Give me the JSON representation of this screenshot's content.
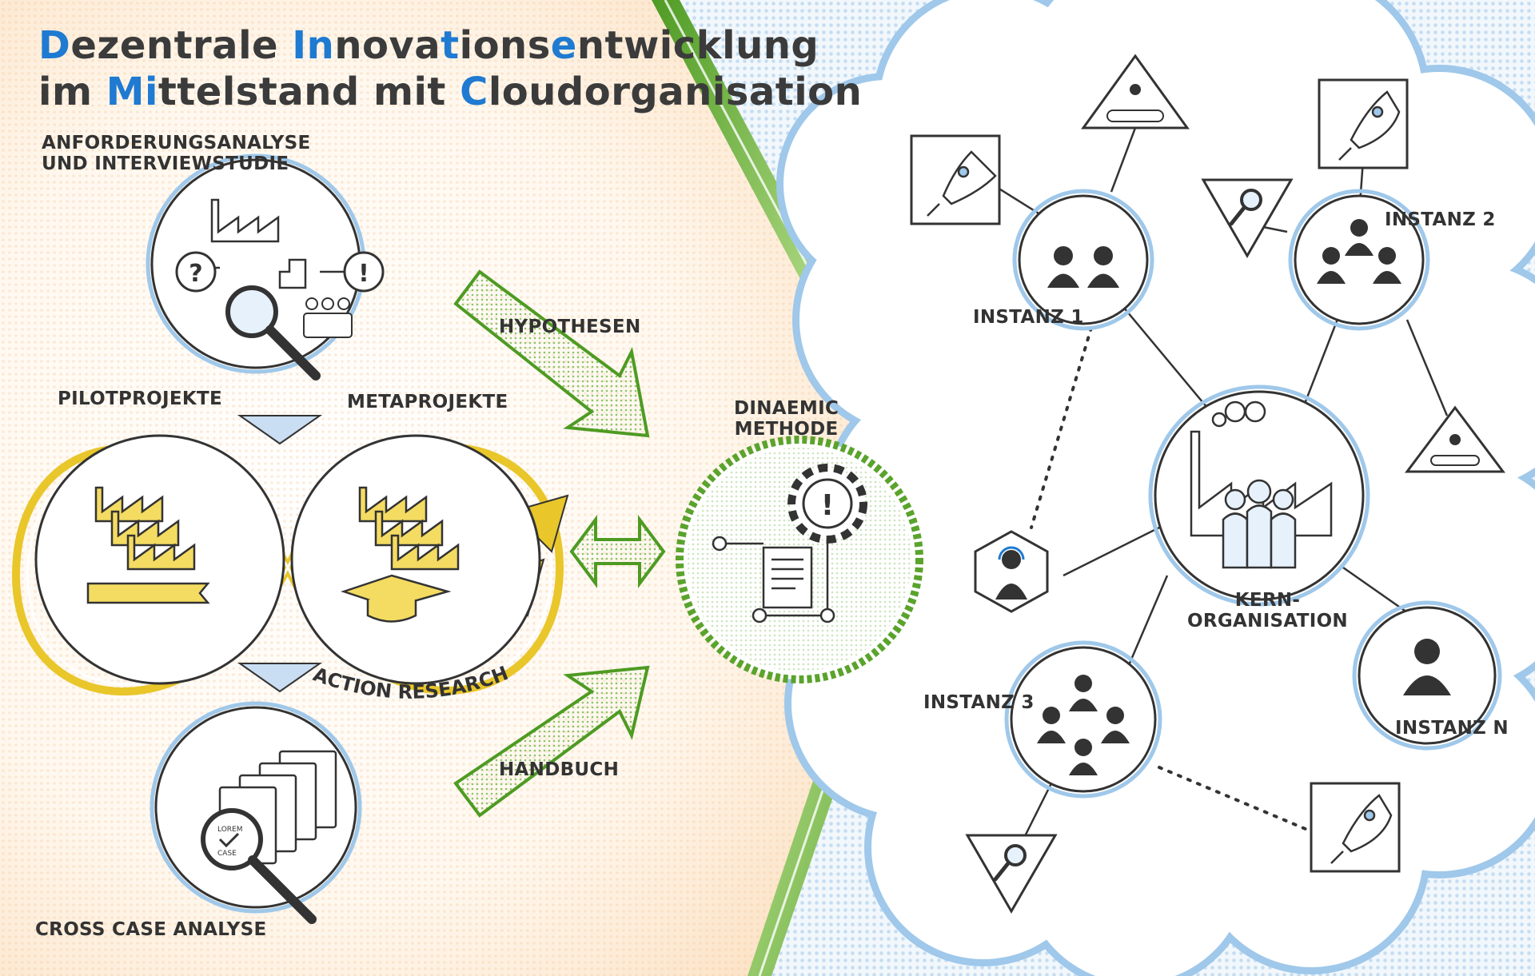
{
  "title": {
    "line1": [
      {
        "text": "D",
        "hl": true
      },
      {
        "text": "ezentrale ",
        "hl": false
      },
      {
        "text": "In",
        "hl": true
      },
      {
        "text": "nova",
        "hl": false
      },
      {
        "text": "t",
        "hl": true
      },
      {
        "text": "ions",
        "hl": false
      },
      {
        "text": "e",
        "hl": true
      },
      {
        "text": "ntwicklung",
        "hl": false
      }
    ],
    "line2": [
      {
        "text": "im ",
        "hl": false
      },
      {
        "text": "Mi",
        "hl": true
      },
      {
        "text": "ttelstand mit ",
        "hl": false
      },
      {
        "text": "C",
        "hl": true
      },
      {
        "text": "loudorganisation",
        "hl": false
      }
    ]
  },
  "colors": {
    "accent_blue": "#1f7ad1",
    "yellow": "#e9c62a",
    "green": "#5aa32c",
    "cloud_blue": "#a9d0ee",
    "left_bg": "#fde9d2",
    "ink": "#333333"
  },
  "left": {
    "anforderung_label_1": "ANFORDERUNGSANALYSE",
    "anforderung_label_2": "UND INTERVIEWSTUDIE",
    "pilot_label": "PILOTPROJEKTE",
    "meta_label": "METAPROJEKTE",
    "action_research_label": "ACTION RESEARCH",
    "cross_case_label": "CROSS CASE ANALYSE",
    "hypothesen_label": "HYPOTHESEN",
    "handbuch_label": "HANDBUCH",
    "dinaemic_label_1": "DINAEMIC",
    "dinaemic_label_2": "METHODE",
    "doc_text_1": "LOREM",
    "doc_text_2": "CASE"
  },
  "right": {
    "instanz1": "INSTANZ 1",
    "instanz2": "INSTANZ 2",
    "instanz3": "INSTANZ 3",
    "instanzN": "INSTANZ N",
    "kern_1": "KERN-",
    "kern_2": "ORGANISATION"
  },
  "icons": [
    "question-icon",
    "exclamation-icon",
    "magnifier-icon",
    "factory-icon",
    "graduation-cap-icon",
    "gear-icon",
    "document-icon",
    "rocket-icon",
    "conveyor-icon",
    "person-headset-icon",
    "people-icon"
  ]
}
